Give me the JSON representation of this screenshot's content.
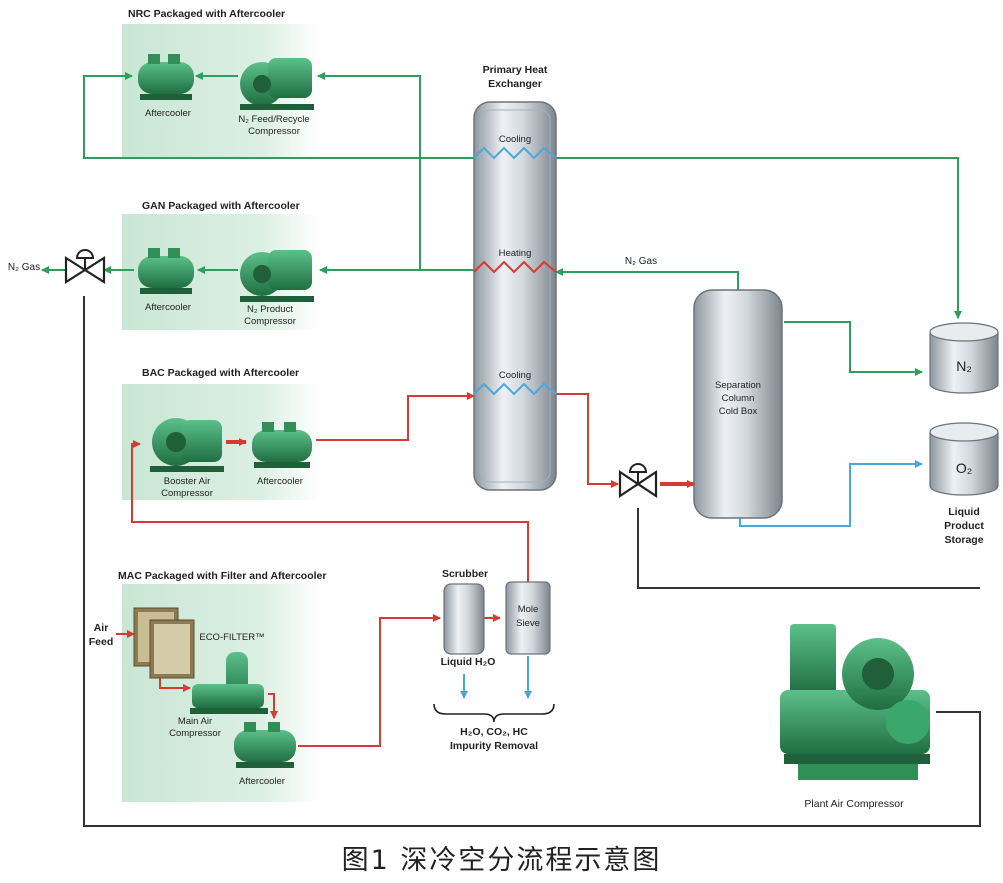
{
  "colors": {
    "green_line": "#2e9e5b",
    "red_line": "#d63b32",
    "blue_line": "#4aa8d8",
    "dark_line": "#333333",
    "panel_bg": "#d7ece0",
    "machine_green": "#2f8f57"
  },
  "icons": [
    "valve-icon",
    "compressor-icon",
    "aftercooler-icon",
    "filter-icon",
    "storage-tank-icon",
    "heat-exchanger-icon"
  ],
  "modules": {
    "nrc": {
      "title": "NRC Packaged with Aftercooler",
      "aftercooler": "Aftercooler",
      "compressor_l1": "N₂ Feed/Recycle",
      "compressor_l2": "Compressor"
    },
    "gan": {
      "title": "GAN Packaged with Aftercooler",
      "aftercooler": "Aftercooler",
      "compressor_l1": "N₂ Product",
      "compressor_l2": "Compressor"
    },
    "bac": {
      "title": "BAC Packaged with Aftercooler",
      "compressor_l1": "Booster Air",
      "compressor_l2": "Compressor",
      "aftercooler": "Aftercooler"
    },
    "mac": {
      "title": "MAC Packaged with Filter and Aftercooler",
      "eco_filter": "ECO-FILTER™",
      "compressor_l1": "Main Air",
      "compressor_l2": "Compressor",
      "aftercooler": "Aftercooler"
    }
  },
  "heat_exchanger": {
    "title_l1": "Primary Heat",
    "title_l2": "Exchanger",
    "zone_top": "Cooling",
    "zone_mid": "Heating",
    "zone_bot": "Cooling"
  },
  "separation": {
    "l1": "Separation",
    "l2": "Column",
    "l3": "Cold Box"
  },
  "flows": {
    "n2_gas_out": "N₂ Gas",
    "n2_gas_return": "N₂ Gas",
    "air_feed_l1": "Air",
    "air_feed_l2": "Feed"
  },
  "purification": {
    "scrubber": "Scrubber",
    "mole_sieve_l1": "Mole",
    "mole_sieve_l2": "Sieve",
    "liquid_h2o": "Liquid H₂O",
    "impurity_l1": "H₂O, CO₂, HC",
    "impurity_l2": "Impurity Removal"
  },
  "storage": {
    "n2": "N₂",
    "o2": "O₂",
    "l1": "Liquid",
    "l2": "Product",
    "l3": "Storage"
  },
  "plant_air": "Plant Air Compressor",
  "caption": "图1 深冷空分流程示意图"
}
